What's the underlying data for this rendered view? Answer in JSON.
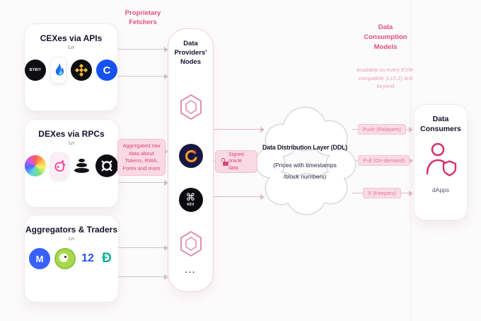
{
  "sources": [
    {
      "title": "CEXes via APIs",
      "subtitle": "Ln",
      "logos": {
        "bybit": "BYBIT",
        "coinbase": "C"
      }
    },
    {
      "title": "DEXes via RPCs",
      "subtitle": "Ln"
    },
    {
      "title": "Aggregators & Traders",
      "subtitle": "Ln",
      "logos": {
        "cmc": "M",
        "twelve": "12",
        "dex": "Ð"
      }
    }
  ],
  "providers": {
    "title": "Data Providers' Nodes",
    "node_glyph": "⌘",
    "node_label": "4SV",
    "more": "..."
  },
  "flow": {
    "fetchers": "Proprietary Fetchers",
    "aggregated": "Aggregated raw data about Tokens, RWA, Forex and more",
    "signed": "Signed oracle data"
  },
  "ddl": {
    "title": "Data Distribution Layer (DDL)",
    "sub1": "(Prices with timestamps",
    "sub2": "/block numbers)"
  },
  "consumption": {
    "title": "Data Consumption Models",
    "availability": "Available on every EVM-compatible (L1/L2) and beyond",
    "models": [
      "Push (Relayers)",
      "Pull (On-demand)",
      "X (Keepers)"
    ]
  },
  "consumers": {
    "title": "Data Consumers",
    "caption": "dApps"
  },
  "colors": {
    "accent": "#e14e7e",
    "badge_bg": "#f9d9e4",
    "badge_text": "#d6497a",
    "arrow_gray": "#cbc5c8",
    "arrow_pink": "#e4b6c8"
  }
}
